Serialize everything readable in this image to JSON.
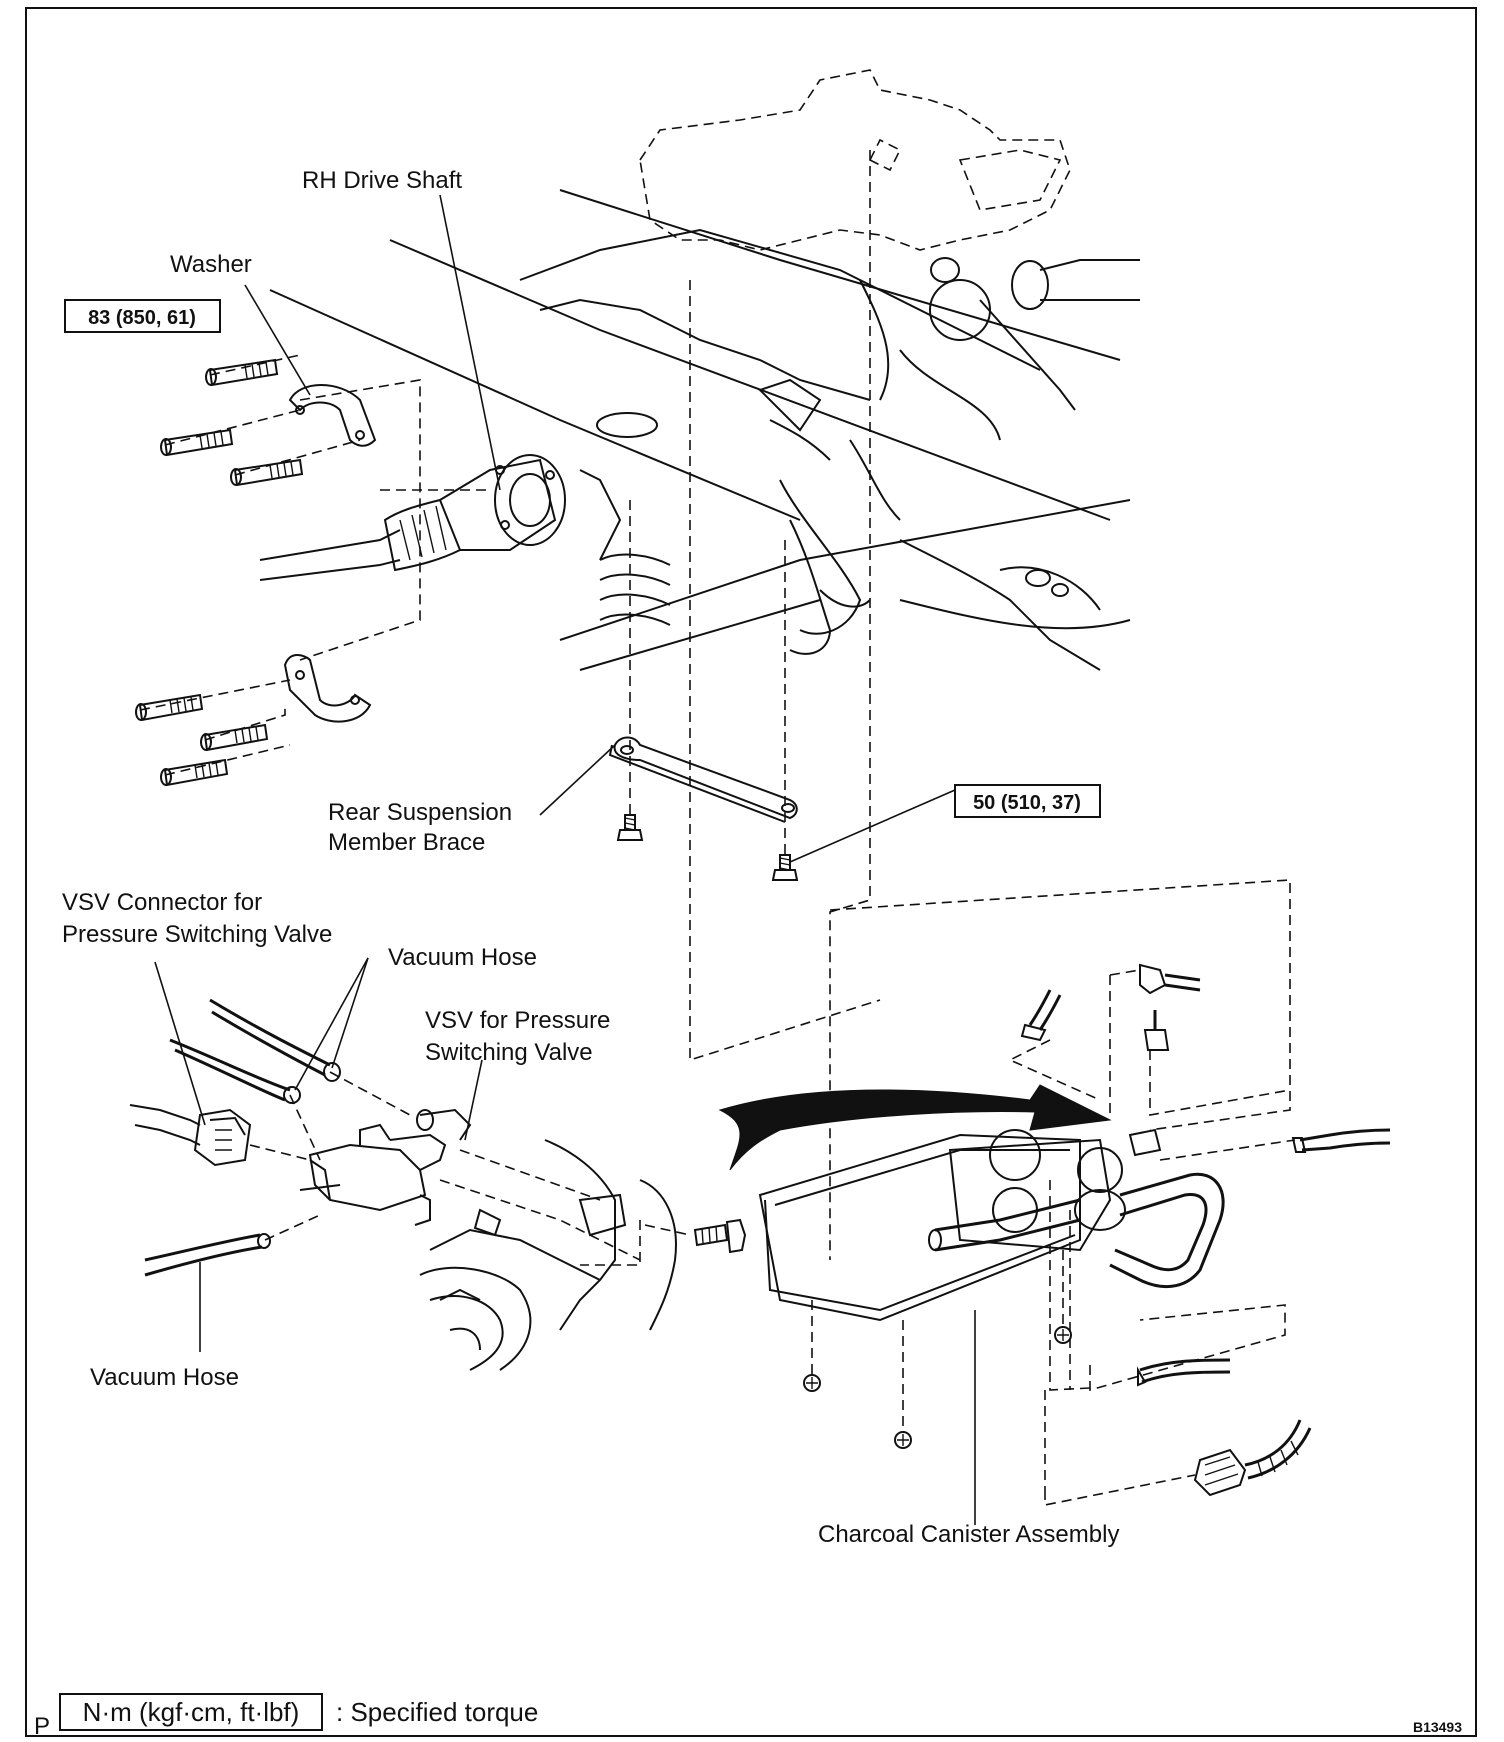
{
  "labels": {
    "rh_drive_shaft": "RH Drive Shaft",
    "washer": "Washer",
    "rear_suspension_line1": "Rear Suspension",
    "rear_suspension_line2": "Member Brace",
    "vsv_connector_line1": "VSV Connector for",
    "vsv_connector_line2": "Pressure Switching Valve",
    "vacuum_hose_top": "Vacuum Hose",
    "vsv_line1": "VSV for Pressure",
    "vsv_line2": "Switching Valve",
    "vacuum_hose_bottom": "Vacuum Hose",
    "charcoal_canister": "Charcoal Canister Assembly"
  },
  "torques": {
    "drive_shaft_bolts": "83 (850, 61)",
    "brace_bolt": "50 (510, 37)"
  },
  "legend": {
    "corner_letter": "P",
    "units_box": "N·m (kgf·cm, ft·lbf)",
    "description": ": Specified torque"
  },
  "figure_code": "B13493"
}
